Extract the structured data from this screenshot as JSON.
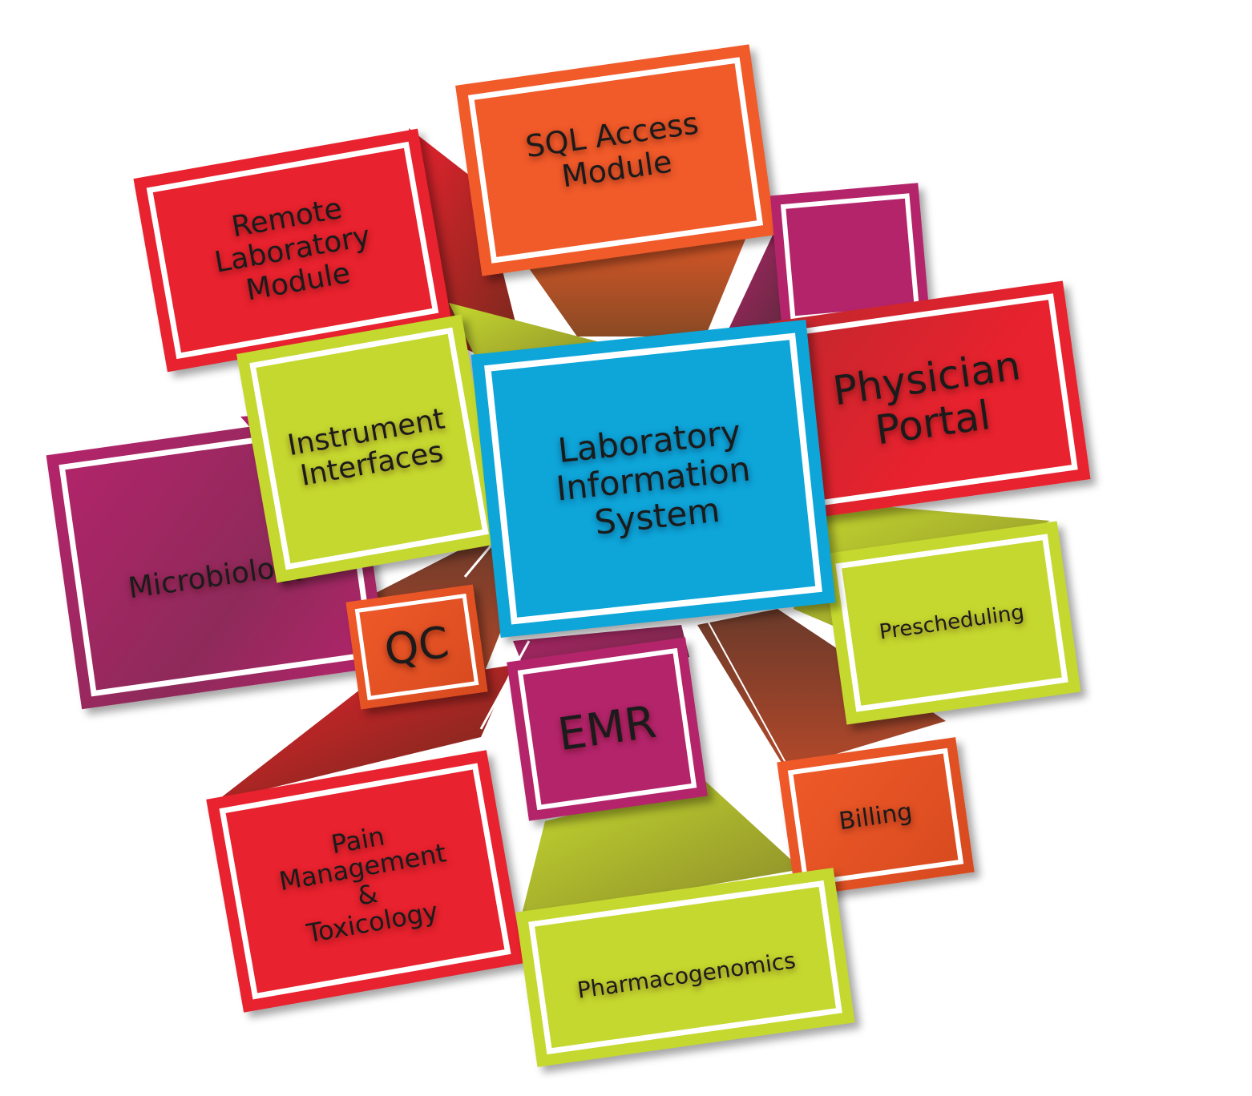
{
  "diagram": {
    "center": {
      "label": "Laboratory\nInformation\nSystem"
    },
    "modules": {
      "sql_access": {
        "label": "SQL Access\nModule"
      },
      "remote_lab": {
        "label": "Remote\nLaboratory\nModule"
      },
      "unlabeled_magenta": {
        "label": ""
      },
      "physician_portal": {
        "label": "Physician\nPortal"
      },
      "instrument_interfaces": {
        "label": "Instrument\nInterfaces"
      },
      "microbiology": {
        "label": "Microbiology"
      },
      "qc": {
        "label": "QC"
      },
      "prescheduling": {
        "label": "Prescheduling"
      },
      "emr": {
        "label": "EMR"
      },
      "billing": {
        "label": "Billing"
      },
      "pain_management": {
        "label": "Pain\nManagement\n&\nToxicology"
      },
      "pharmacogenomics": {
        "label": "Pharmacogenomics"
      }
    },
    "colors": {
      "red": "#e8222e",
      "orange": "#f15a29",
      "magenta": "#b4246b",
      "lime": "#c5d82f",
      "cyan": "#0ea5d9"
    }
  }
}
